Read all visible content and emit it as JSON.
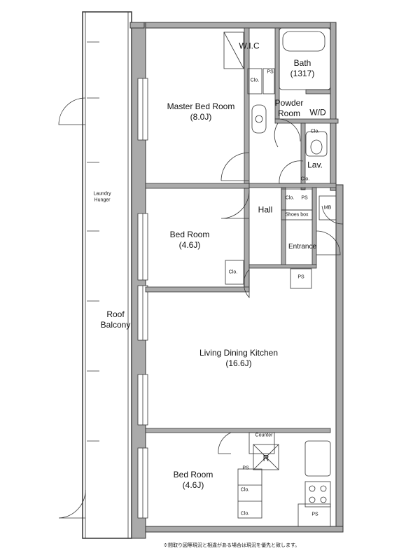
{
  "rooms": {
    "master_bed_room": {
      "name": "Master Bed Room",
      "size": "(8.0J)"
    },
    "bed_room_1": {
      "name": "Bed Room",
      "size": "(4.6J)"
    },
    "bed_room_2": {
      "name": "Bed Room",
      "size": "(4.6J)"
    },
    "living_dining_kitchen": {
      "name": "Living Dining Kitchen",
      "size": "(16.6J)"
    },
    "bath": {
      "name": "Bath",
      "size": "(1317)"
    },
    "powder_room": {
      "name_line1": "Powder",
      "name_line2": "Room"
    },
    "wic": "W.I.C",
    "wd": "W/D",
    "lav": "Lav.",
    "hall": "Hall",
    "entrance": "Entrance",
    "roof_balcony_line1": "Roof",
    "roof_balcony_line2": "Balcony",
    "laundry_line1": "Laundry",
    "laundry_line2": "Hunger"
  },
  "fixtures": {
    "closet": "Clo.",
    "pipe_space": "PS",
    "shoes_box": "Shoes box",
    "meter_box": "MB",
    "counter": "Counter",
    "refrigerator": "R"
  },
  "footnote": "※間取り図等現況と相違がある場合は現況を優先と致します。"
}
